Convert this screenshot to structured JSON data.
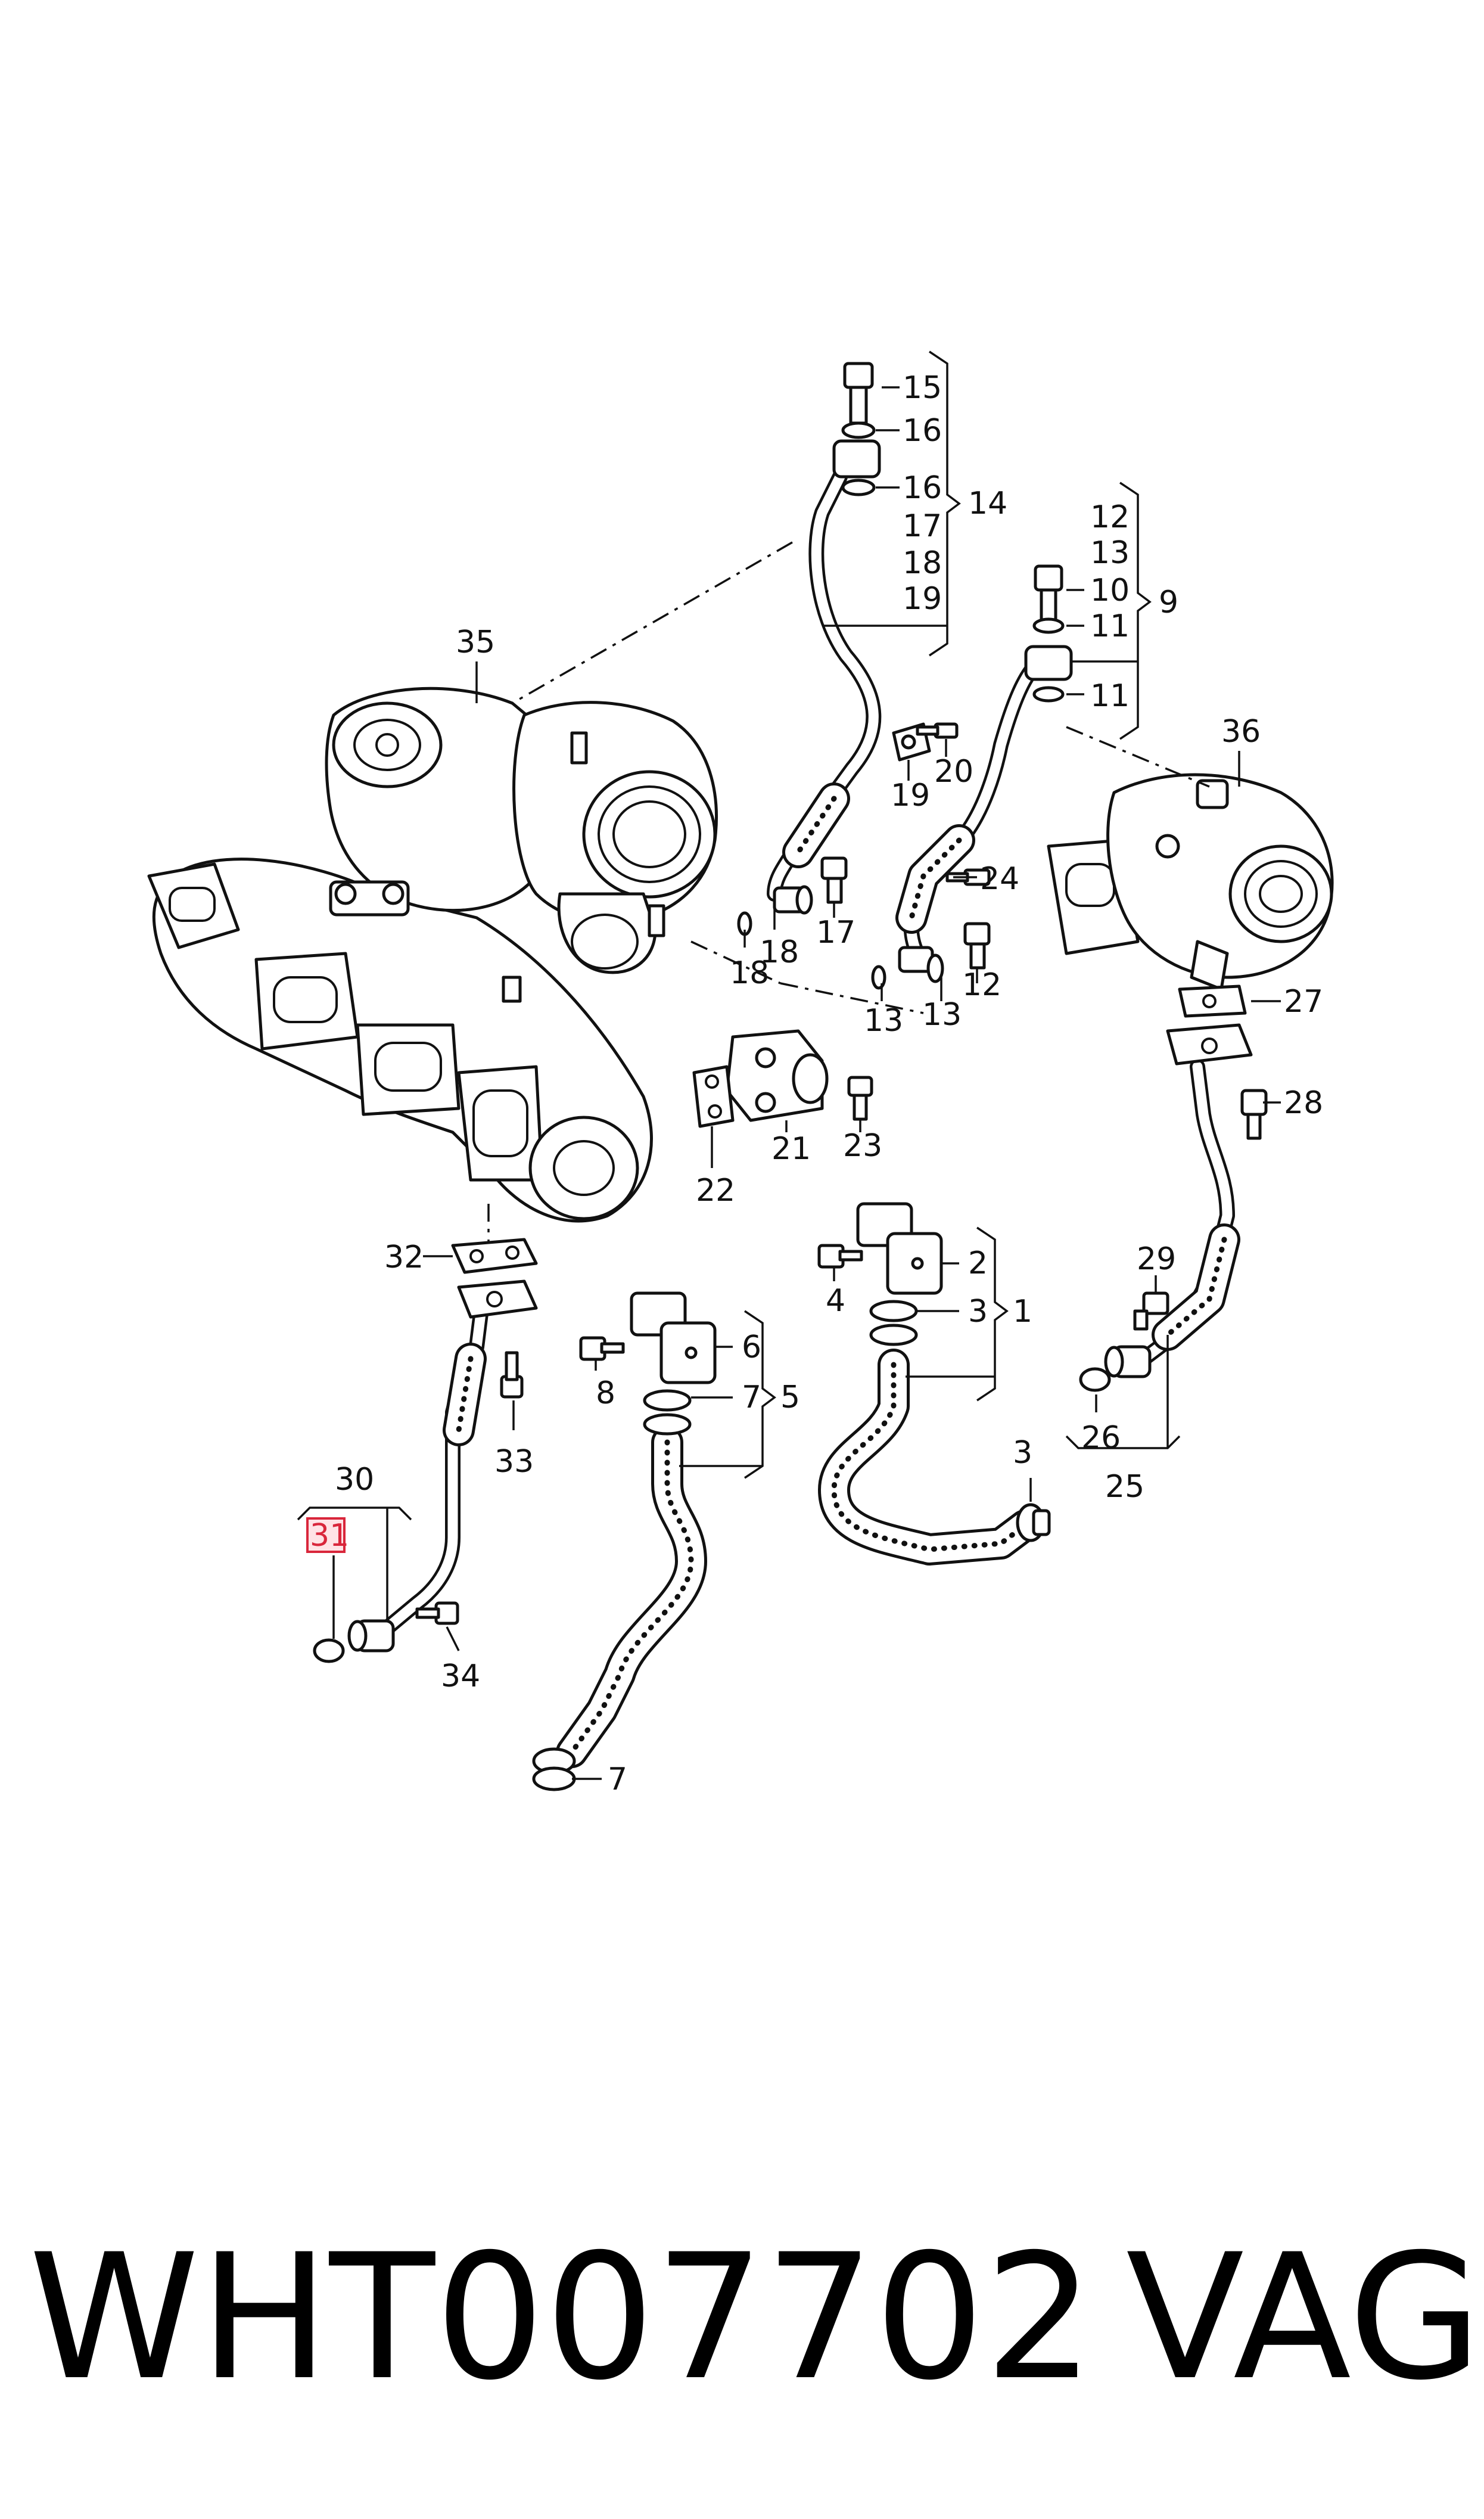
{
  "diagram": {
    "labels": {
      "p1": "1",
      "p2": "2",
      "p3a": "3",
      "p3b": "3",
      "p4": "4",
      "p5": "5",
      "p6": "6",
      "p7a": "7",
      "p7b": "7",
      "p8": "8",
      "p9": "9",
      "p10": "10",
      "p11a": "11",
      "p11b": "11",
      "p12a": "12",
      "p12b": "12",
      "p13a": "13",
      "p13b": "13",
      "p13c": "13",
      "p14": "14",
      "p15": "15",
      "p16a": "16",
      "p16b": "16",
      "p17a": "17",
      "p17b": "17",
      "p18a": "18",
      "p18b": "18",
      "p18c": "18",
      "p19a": "19",
      "p19b": "19",
      "p20": "20",
      "p21": "21",
      "p22": "22",
      "p23": "23",
      "p24": "24",
      "p25": "25",
      "p26": "26",
      "p27": "27",
      "p28": "28",
      "p29": "29",
      "p30": "30",
      "p31": "31",
      "p32": "32",
      "p33": "33",
      "p34": "34",
      "p35": "35",
      "p36": "36"
    },
    "highlighted_part": "31",
    "highlight_color": "#d9263b"
  },
  "footer": {
    "part_number": "WHT007702",
    "brand": "VAG"
  }
}
